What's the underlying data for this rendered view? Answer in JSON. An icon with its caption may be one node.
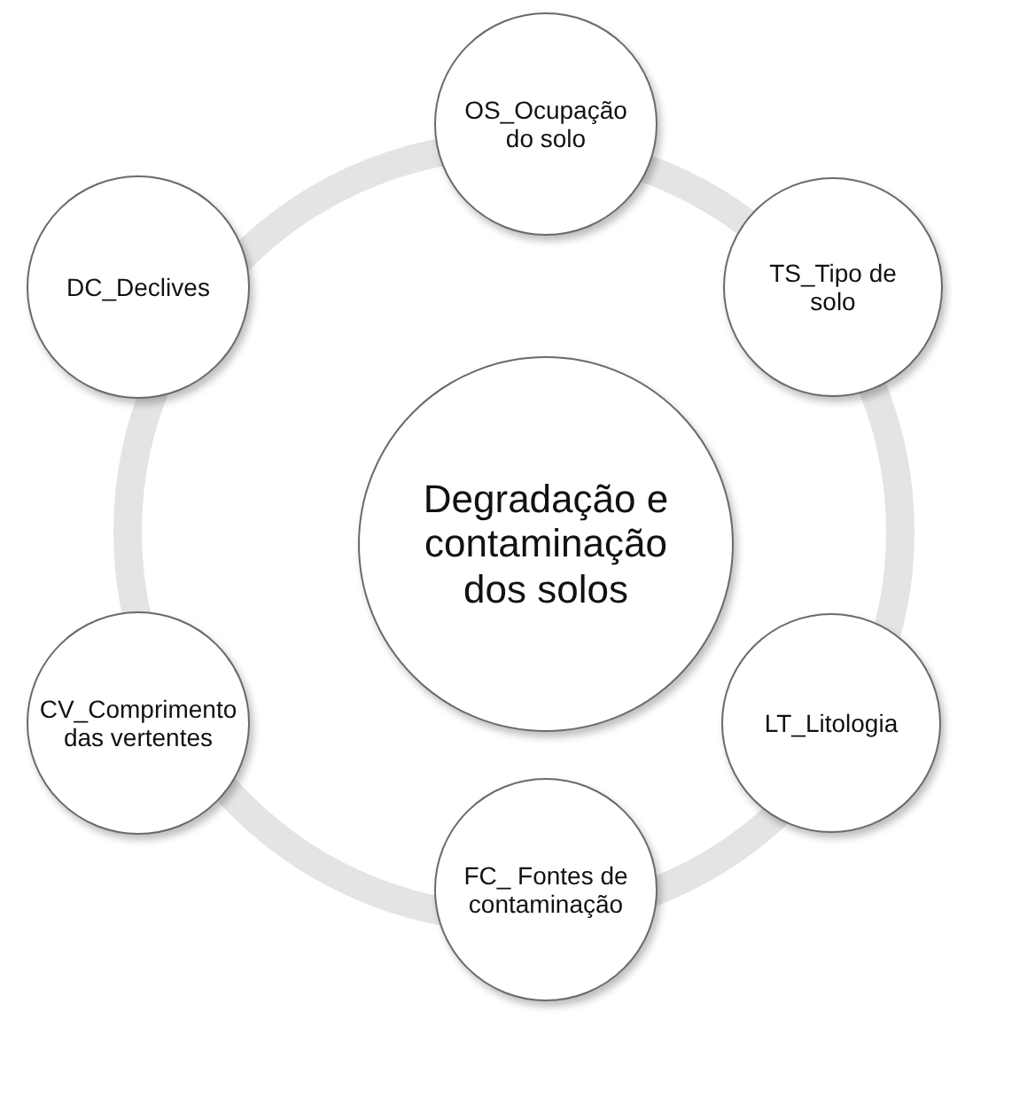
{
  "diagram": {
    "nodes": [
      {
        "text": [
          "Degradação e contaminação dos solos"
        ]
      },
      {
        "text": [
          "OS_Ocupação do solo"
        ]
      },
      {
        "text": [
          "TS_Tipo de solo"
        ]
      },
      {
        "text": [
          "LT_Litologia"
        ]
      },
      {
        "text": [
          "FC_ Fontes de contaminação"
        ]
      },
      {
        "text": [
          "CV_Comprimento das vertentes"
        ]
      },
      {
        "text": [
          "DC_Declives"
        ]
      }
    ]
  }
}
